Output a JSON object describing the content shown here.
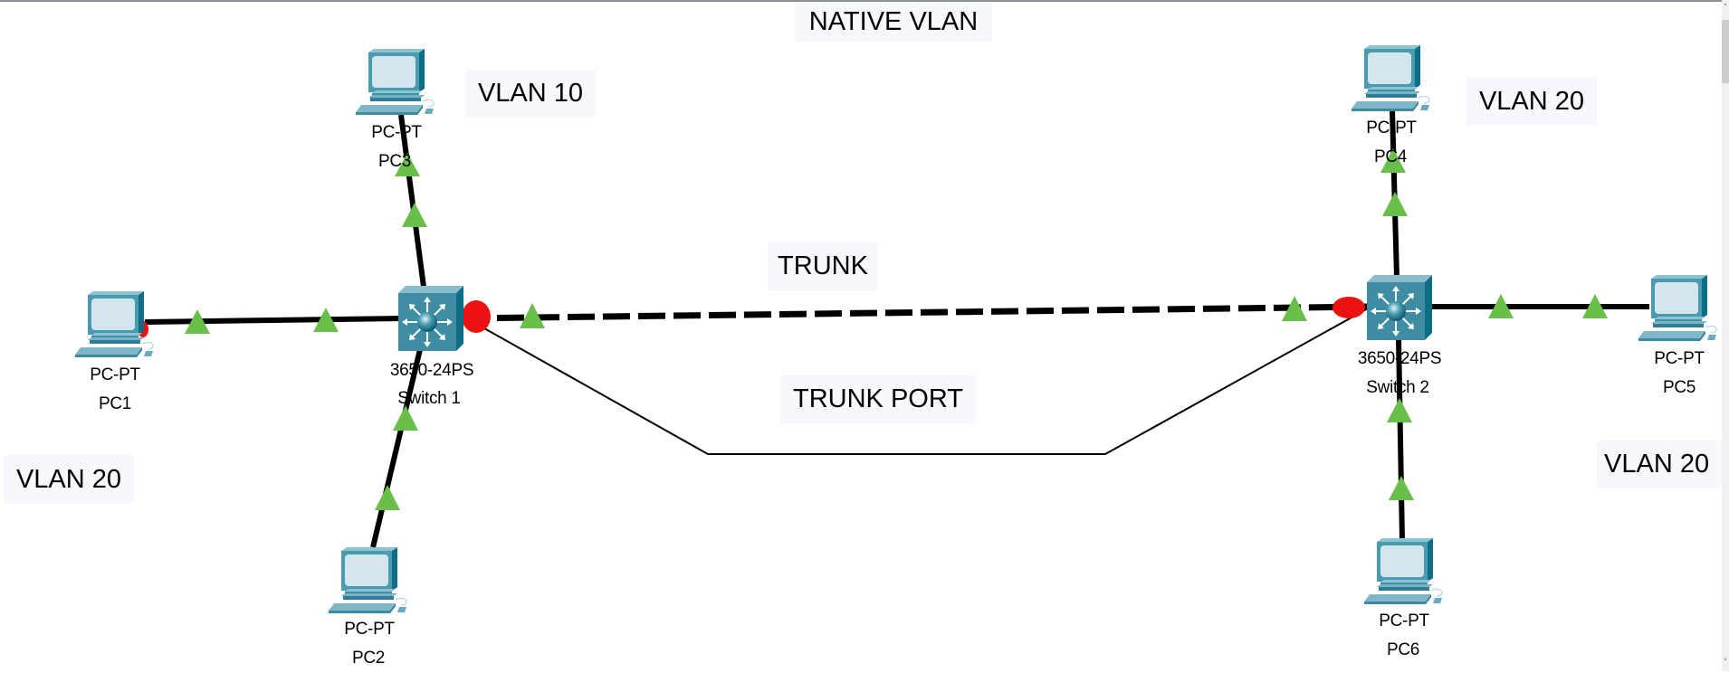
{
  "notes": {
    "native_vlan": "NATIVE VLAN",
    "vlan10_pc3": "VLAN 10",
    "vlan20_pc4": "VLAN 20",
    "trunk": "TRUNK",
    "trunk_port": "TRUNK PORT",
    "vlan20_pc1": "VLAN 20",
    "vlan20_pc5": "VLAN 20"
  },
  "devices": {
    "switch1": {
      "model": "3650-24PS",
      "name": "Switch 1",
      "icon": "multilayer-switch-icon"
    },
    "switch2": {
      "model": "3650-24PS",
      "name": "Switch 2",
      "icon": "multilayer-switch-icon"
    },
    "pc1": {
      "model": "PC-PT",
      "name": "PC1",
      "icon": "pc-icon"
    },
    "pc2": {
      "model": "PC-PT",
      "name": "PC2",
      "icon": "pc-icon"
    },
    "pc3": {
      "model": "PC-PT",
      "name": "PC3",
      "icon": "pc-icon"
    },
    "pc4": {
      "model": "PC-PT",
      "name": "PC4",
      "icon": "pc-icon"
    },
    "pc5": {
      "model": "PC-PT",
      "name": "PC5",
      "icon": "pc-icon"
    },
    "pc6": {
      "model": "PC-PT",
      "name": "PC6",
      "icon": "pc-icon"
    }
  },
  "links": [
    {
      "id": "pc1-switch1",
      "from": "pc1",
      "to": "switch1",
      "type": "copper-straight",
      "status": [
        "down",
        "up",
        "up"
      ]
    },
    {
      "id": "pc3-switch1",
      "from": "pc3",
      "to": "switch1",
      "type": "copper-straight",
      "status": [
        "up",
        "up"
      ]
    },
    {
      "id": "pc2-switch1",
      "from": "pc2",
      "to": "switch1",
      "type": "copper-straight",
      "status": [
        "up",
        "up"
      ]
    },
    {
      "id": "switch1-switch2",
      "from": "switch1",
      "to": "switch2",
      "type": "copper-cross-over",
      "status": [
        "down",
        "up",
        "up",
        "down"
      ]
    },
    {
      "id": "pc4-switch2",
      "from": "pc4",
      "to": "switch2",
      "type": "copper-straight",
      "status": [
        "up",
        "up"
      ]
    },
    {
      "id": "pc5-switch2",
      "from": "pc5",
      "to": "switch2",
      "type": "copper-straight",
      "status": [
        "up",
        "up"
      ]
    },
    {
      "id": "pc6-switch2",
      "from": "pc6",
      "to": "switch2",
      "type": "copper-straight",
      "status": [
        "up",
        "up"
      ]
    }
  ],
  "colors": {
    "link_up": "#6abf4b",
    "link_down": "#ee1111",
    "cable": "#000000",
    "note_bg": "#f6f8fd",
    "device_teal": "#4a93a8"
  }
}
